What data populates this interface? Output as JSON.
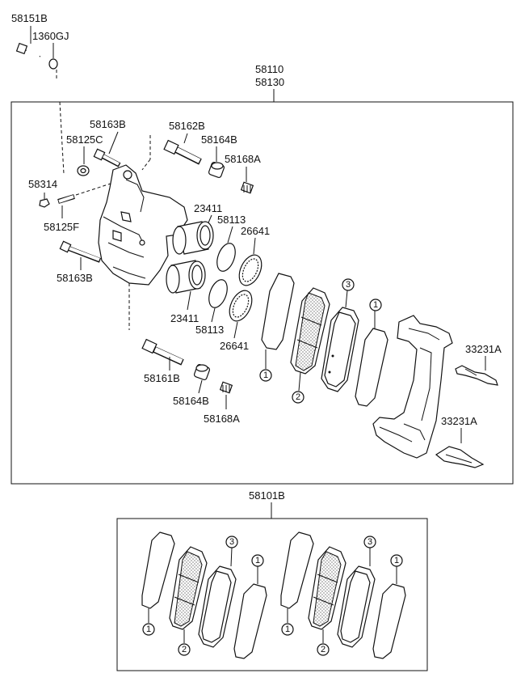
{
  "labels": {
    "p58151B": "58151B",
    "p1360GJ": "1360GJ",
    "p58110": "58110",
    "p58130": "58130",
    "p58163B_top": "58163B",
    "p58162B": "58162B",
    "p58125C": "58125C",
    "p58164B_top": "58164B",
    "p58168A_top": "58168A",
    "p58314": "58314",
    "p23411_top": "23411",
    "p58113_top": "58113",
    "p26641_top": "26641",
    "p58125F": "58125F",
    "p58163B_bot": "58163B",
    "p23411_bot": "23411",
    "p58113_bot": "58113",
    "p26641_bot": "26641",
    "p58161B": "58161B",
    "p58164B_bot": "58164B",
    "p58168A_bot": "58168A",
    "p33231A_top": "33231A",
    "p33231A_bot": "33231A",
    "p58101B": "58101B"
  },
  "callouts": {
    "c1": "1",
    "c2": "2",
    "c3": "3"
  }
}
